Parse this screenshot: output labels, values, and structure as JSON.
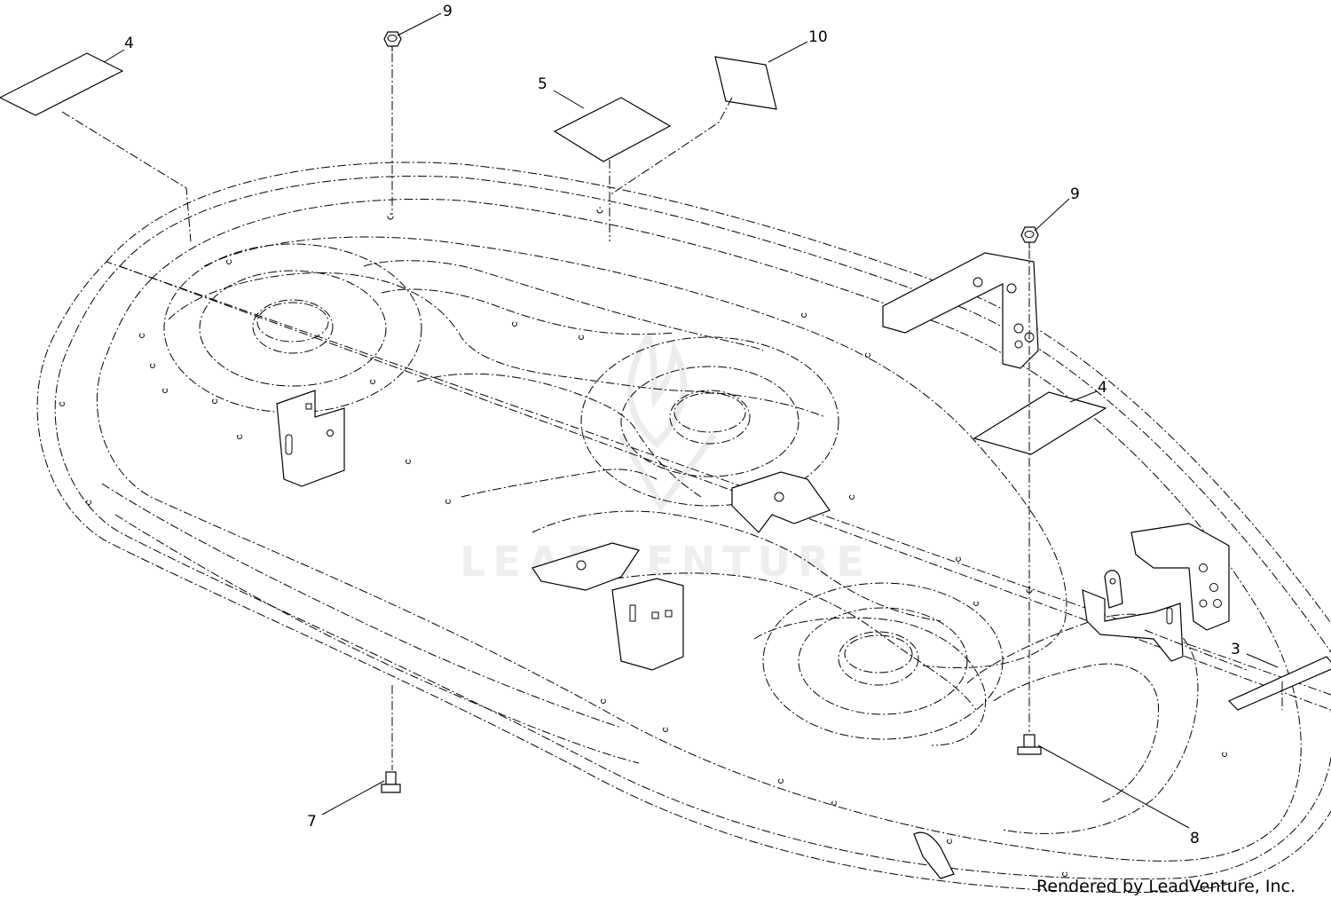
{
  "diagram": {
    "watermark_text": "LEADVENTURE",
    "credit": "Rendered by LeadVenture, Inc.",
    "callouts": {
      "c4a": "4",
      "c9a": "9",
      "c10": "10",
      "c5": "5",
      "c9b": "9",
      "c4b": "4",
      "c3": "3",
      "c7": "7",
      "c8": "8"
    }
  }
}
